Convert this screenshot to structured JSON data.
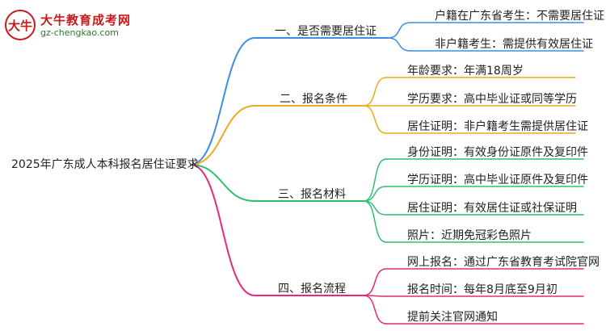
{
  "logo": {
    "brand": "大牛教育成考网",
    "site": "gz-chengkao.com",
    "mark_glyph": "大牛"
  },
  "root": {
    "label": "2025年广东成人本科报名居住证要求"
  },
  "branches": [
    {
      "label": "一、是否需要居住证",
      "color": "#3a8ee6",
      "children": [
        "户籍在广东省考生：不需要居住证",
        "非户籍考生：需提供有效居住证"
      ]
    },
    {
      "label": "二、报名条件",
      "color": "#f0a91e",
      "children": [
        "年龄要求：年满18周岁",
        "学历要求：高中毕业证或同等学历",
        "居住证明：非户籍考生需提供居住证"
      ]
    },
    {
      "label": "三、报名材料",
      "color": "#2fbf71",
      "children": [
        "身份证明：有效身份证原件及复印件",
        "学历证明：高中毕业证原件及复印件",
        "居住证明：有效居住证或社保证明",
        "照片：近期免冠彩色照片"
      ]
    },
    {
      "label": "四、报名流程",
      "color": "#e6297b",
      "children": [
        "网上报名：通过广东省教育考试院官网",
        "报名时间：每年8月底至9月初",
        "提前关注官网通知"
      ]
    }
  ]
}
